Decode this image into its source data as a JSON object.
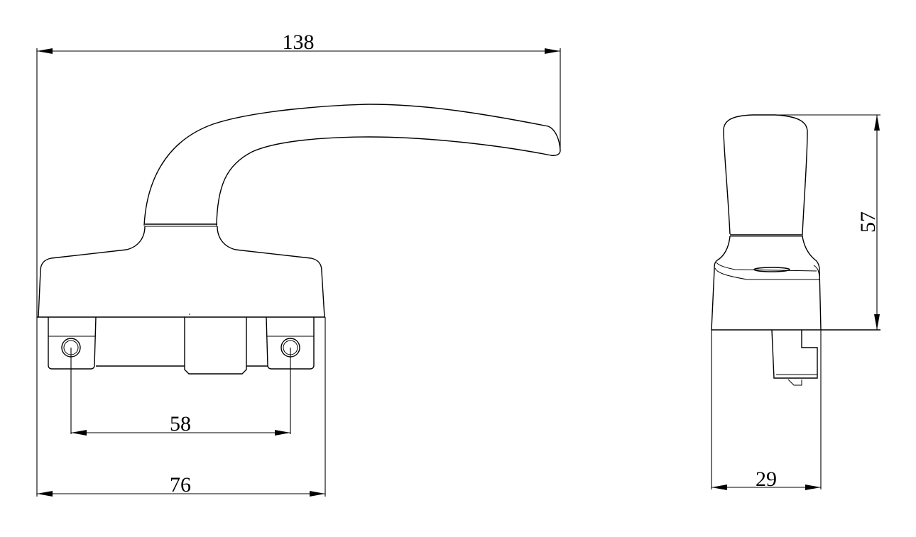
{
  "drawing": {
    "subject": "Window handle technical drawing",
    "views": [
      {
        "name": "front-view"
      },
      {
        "name": "side-view"
      }
    ],
    "stroke_color": "#000000",
    "background": "#ffffff"
  },
  "dimensions": {
    "overall_length": {
      "value": "138",
      "orientation": "horizontal"
    },
    "hole_spacing": {
      "value": "58",
      "orientation": "horizontal"
    },
    "base_width": {
      "value": "76",
      "orientation": "horizontal"
    },
    "height": {
      "value": "57",
      "orientation": "vertical"
    },
    "side_width": {
      "value": "29",
      "orientation": "horizontal"
    }
  }
}
